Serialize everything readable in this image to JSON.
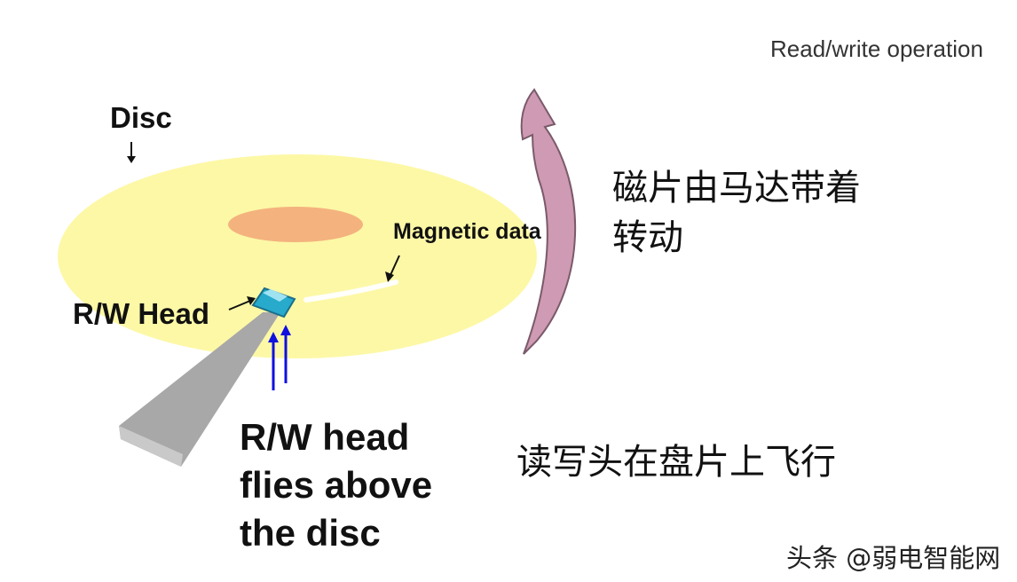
{
  "header": {
    "title": "Read/write operation"
  },
  "labels": {
    "disc": "Disc",
    "magnetic_data": "Magnetic data",
    "rw_head": "R/W Head",
    "flies_line1": "R/W head",
    "flies_line2": "flies above",
    "flies_line3": "the disc"
  },
  "captions_cn": {
    "rotate_line1": "磁片由马达带着",
    "rotate_line2": "转动",
    "head_fly": "读写头在盘片上飞行"
  },
  "watermark": "头条 @弱电智能网",
  "colors": {
    "disc": "#fdf8a6",
    "spindle": "#f4b27e",
    "rotation_arrow": "#cf9ab3",
    "head": "#26a9c8",
    "arm": "#a9a9a9",
    "lift_arrows": "#1010e0"
  }
}
